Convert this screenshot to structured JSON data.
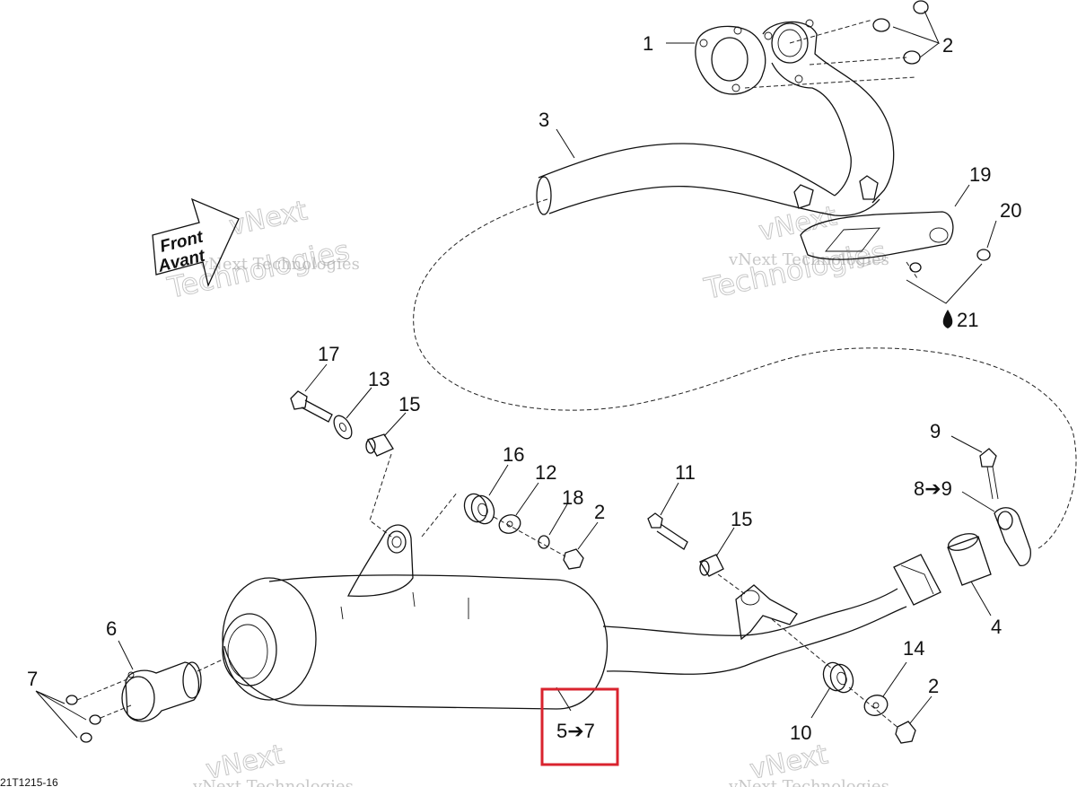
{
  "diagram": {
    "drawing_code": "21T1215-16",
    "direction_label": [
      "Front",
      "Avant"
    ],
    "watermark": {
      "line1": "vNext",
      "line2": "vNext Technologies",
      "line3": "Technologies"
    },
    "highlight_color": "#d9232e",
    "callouts": {
      "c1": "1",
      "c2a": "2",
      "c3": "3",
      "c19": "19",
      "c20": "20",
      "c21": "21",
      "c17": "17",
      "c13": "13",
      "c15a": "15",
      "c16": "16",
      "c12": "12",
      "c18": "18",
      "c2b": "2",
      "c11": "11",
      "c15b": "15",
      "c9": "9",
      "c8": "8➔9",
      "c6": "6",
      "c7": "7",
      "c4": "4",
      "c14": "14",
      "c2c": "2",
      "c10": "10",
      "c5": "5➔7"
    }
  }
}
